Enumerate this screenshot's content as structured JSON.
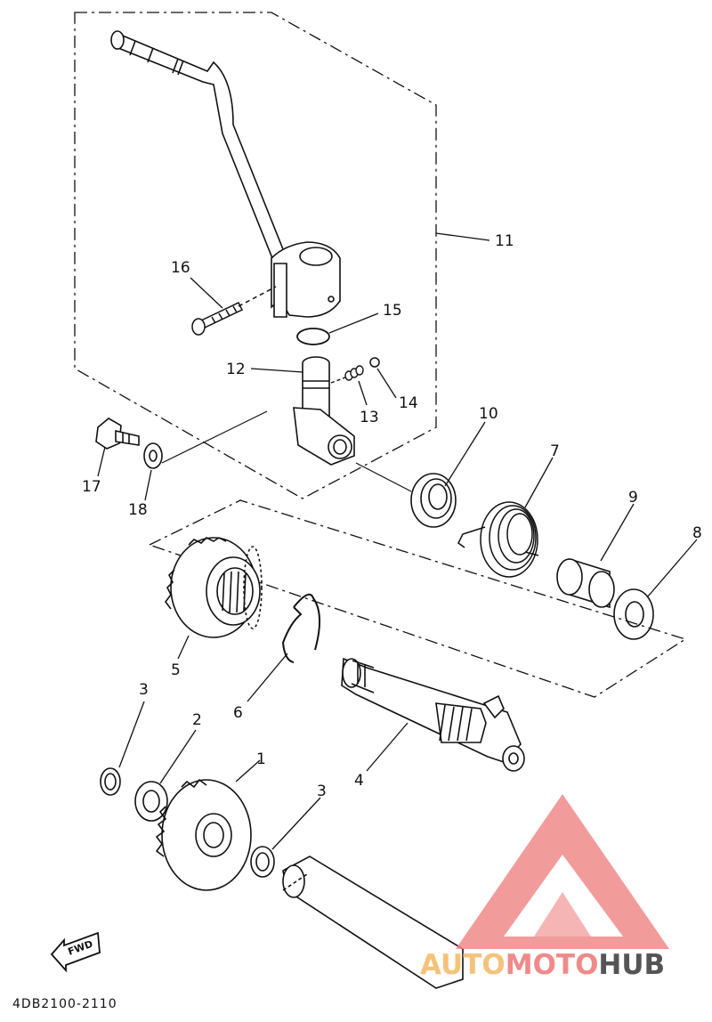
{
  "diagram": {
    "code": "4DB2100-2110",
    "fwd_label": "FWD",
    "parts": [
      {
        "id": "1",
        "label": "1"
      },
      {
        "id": "2",
        "label": "2"
      },
      {
        "id": "3a",
        "label": "3"
      },
      {
        "id": "3b",
        "label": "3"
      },
      {
        "id": "4",
        "label": "4"
      },
      {
        "id": "5",
        "label": "5"
      },
      {
        "id": "6",
        "label": "6"
      },
      {
        "id": "7",
        "label": "7"
      },
      {
        "id": "8",
        "label": "8"
      },
      {
        "id": "9",
        "label": "9"
      },
      {
        "id": "10",
        "label": "10"
      },
      {
        "id": "11",
        "label": "11"
      },
      {
        "id": "12",
        "label": "12"
      },
      {
        "id": "13",
        "label": "13"
      },
      {
        "id": "14",
        "label": "14"
      },
      {
        "id": "15",
        "label": "15"
      },
      {
        "id": "16",
        "label": "16"
      },
      {
        "id": "17",
        "label": "17"
      },
      {
        "id": "18",
        "label": "18"
      }
    ]
  },
  "watermark": {
    "text_auto": "AUTO",
    "text_moto": "MOTO",
    "text_hub": "HUB",
    "color_accent": "#f08a8a",
    "color_auto": "#f4c27a",
    "color_hub": "#555555"
  }
}
